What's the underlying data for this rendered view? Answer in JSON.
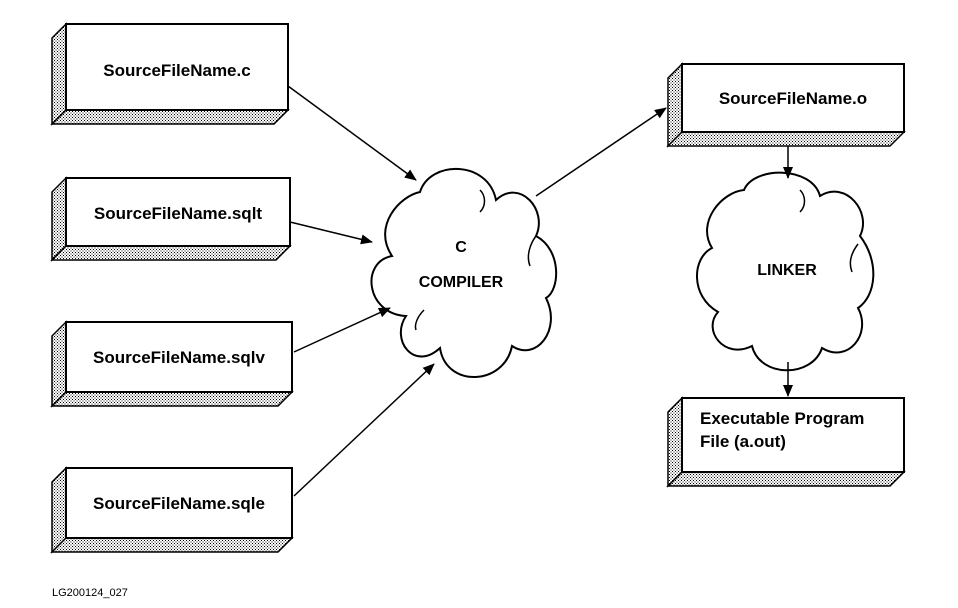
{
  "inputs": [
    {
      "label": "SourceFileName.c"
    },
    {
      "label": "SourceFileName.sqlt"
    },
    {
      "label": "SourceFileName.sqlv"
    },
    {
      "label": "SourceFileName.sqle"
    }
  ],
  "compiler": {
    "line1": "C",
    "line2": "COMPILER"
  },
  "object_file": {
    "label": "SourceFileName.o"
  },
  "linker": {
    "label": "LINKER"
  },
  "output": {
    "line1": "Executable Program",
    "line2": "File (a.out)"
  },
  "figure_id": "LG200124_027"
}
